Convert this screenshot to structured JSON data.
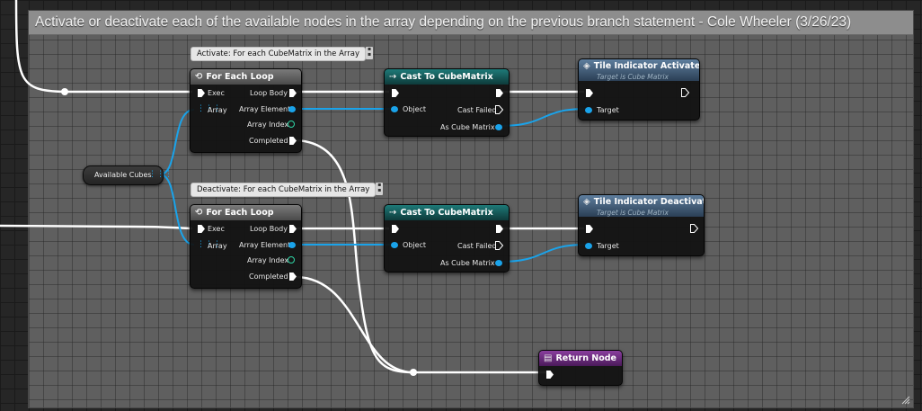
{
  "comment": {
    "title": "Activate or deactivate each of the available nodes in the array depending on the previous branch statement - Cole Wheeler (3/26/23)"
  },
  "variable": {
    "label": "Available Cubes"
  },
  "bubbles": {
    "activate": "Activate: For each CubeMatrix in the Array",
    "deactivate": "Deactivate: For each CubeMatrix in the Array"
  },
  "for_each_loop": {
    "title": "For Each Loop",
    "exec": "Exec",
    "array": "Array",
    "loop_body": "Loop Body",
    "array_element": "Array Element",
    "array_index": "Array Index",
    "completed": "Completed"
  },
  "cast_node": {
    "title": "Cast To CubeMatrix",
    "object": "Object",
    "cast_failed": "Cast Failed",
    "as_cube_matrix": "As Cube Matrix"
  },
  "tile_activate": {
    "title": "Tile Indicator Activate",
    "subtitle": "Target is Cube Matrix",
    "target": "Target"
  },
  "tile_deactivate": {
    "title": "Tile Indicator Deactivate",
    "subtitle": "Target is Cube Matrix",
    "target": "Target"
  },
  "return_node": {
    "title": "Return Node"
  },
  "colors": {
    "exec": "#ffffff",
    "object_pin": "#1aa3ea",
    "integer_pin": "#2fd6a6",
    "cast_header": "#1e7a78",
    "function_header": "#5e7e9e",
    "return_header": "#8a3e9e",
    "comment_bg": "#5f5f5f"
  }
}
